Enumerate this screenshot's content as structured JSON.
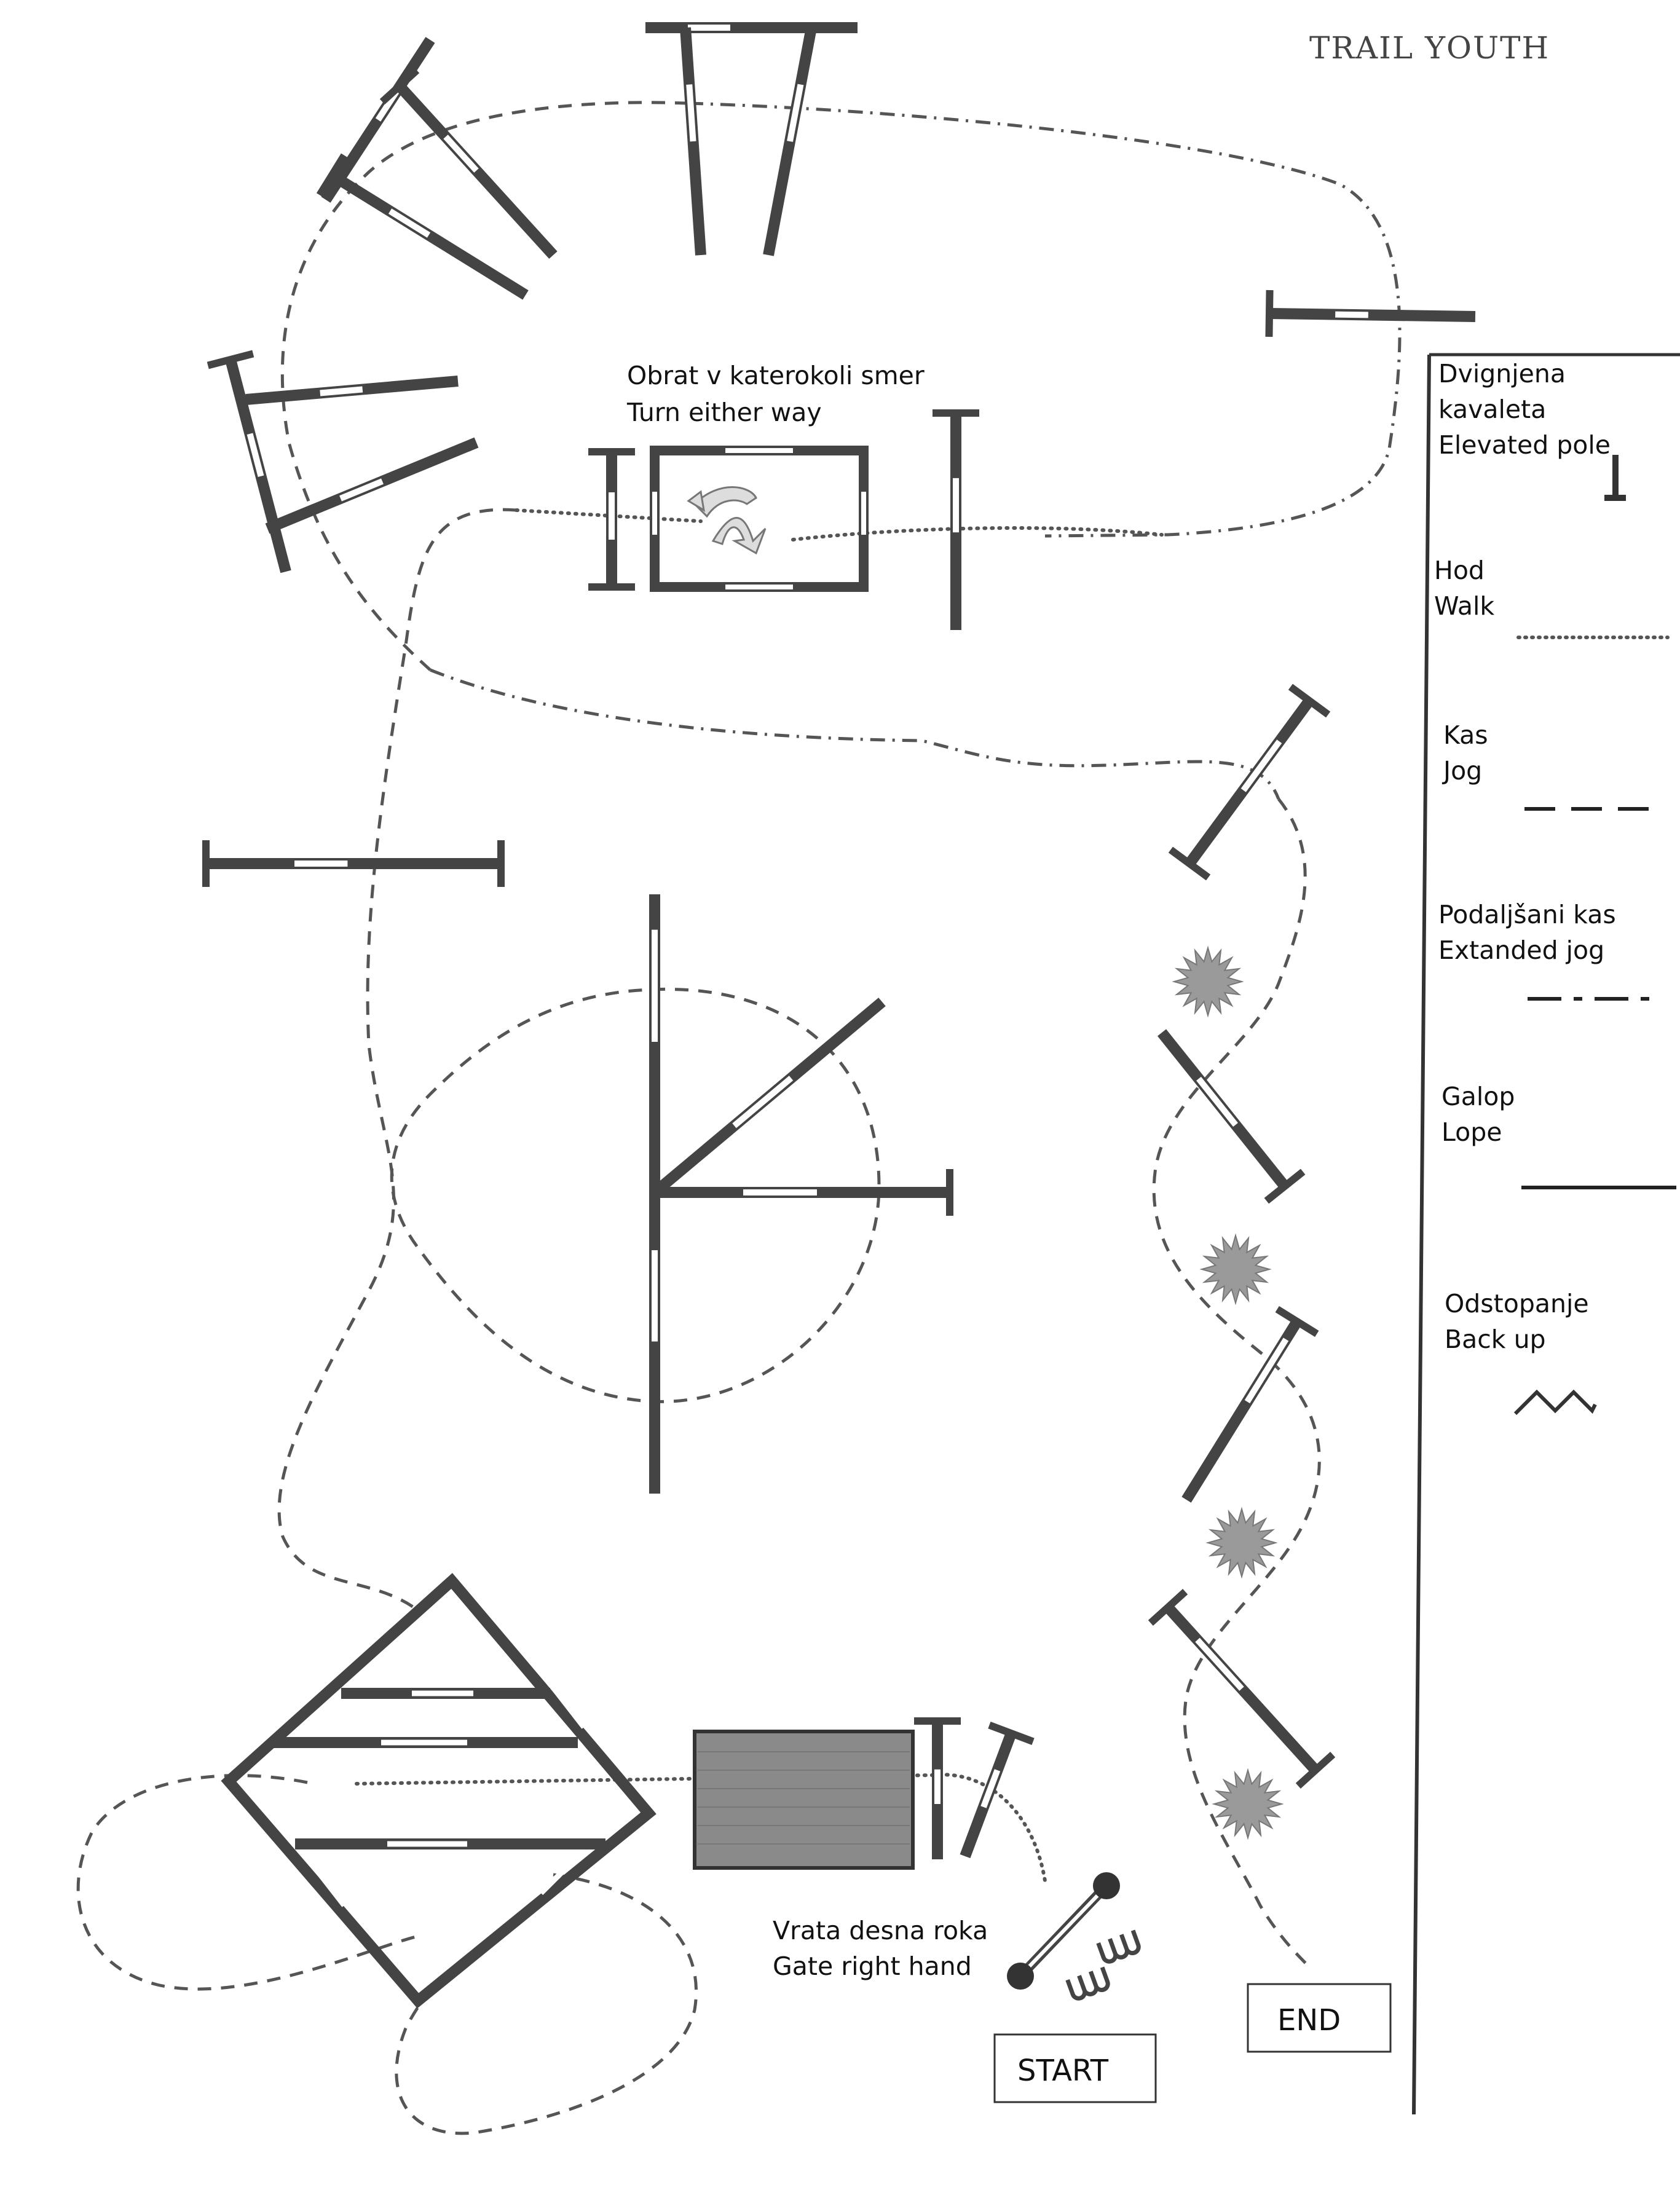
{
  "title": "TRAIL YOUTH",
  "annotations": {
    "turn_sl": "Obrat v katerokoli smer",
    "turn_en": "Turn either way",
    "gate_sl": "Vrata desna roka",
    "gate_en": "Gate right hand"
  },
  "markers": {
    "start": "START",
    "end": "END"
  },
  "legend": [
    {
      "sl": "Dvignjena",
      "sl2": "kavaleta",
      "en": "Elevated pole",
      "symbol": "elevated-pole"
    },
    {
      "sl": "Hod",
      "en": "Walk",
      "symbol": "dotted-line"
    },
    {
      "sl": "Kas",
      "en": "Jog",
      "symbol": "dashed-line"
    },
    {
      "sl": "Podaljšani kas",
      "en": "Extanded jog",
      "symbol": "dash-dot-line"
    },
    {
      "sl": "Galop",
      "en": "Lope",
      "symbol": "solid-line"
    },
    {
      "sl": "Odstopanje",
      "en": "Back up",
      "symbol": "zigzag-line"
    }
  ],
  "colors": {
    "pole": "#444444",
    "path": "#555555",
    "bush": "#9a9a9a",
    "bridge": "#8a8a8a"
  }
}
